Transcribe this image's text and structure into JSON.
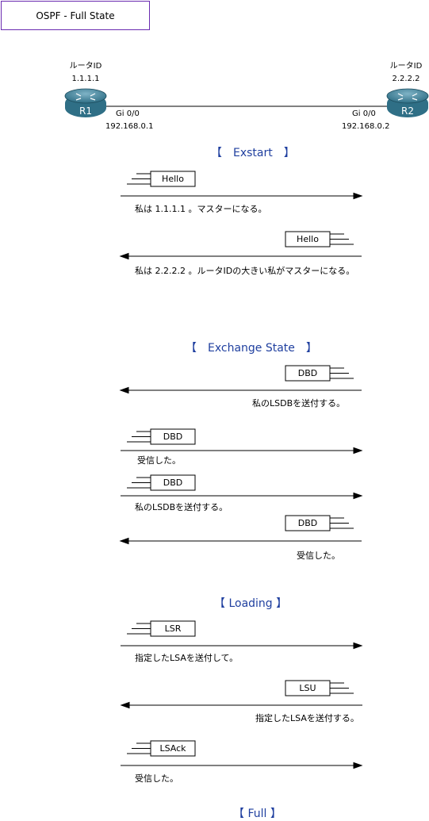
{
  "title": "OSPF - Full State",
  "routers": {
    "r1": {
      "name": "R1",
      "router_id_label": "ルータID",
      "router_id": "1.1.1.1",
      "interface": "Gi 0/0",
      "ip": "192.168.0.1"
    },
    "r2": {
      "name": "R2",
      "router_id_label": "ルータID",
      "router_id": "2.2.2.2",
      "interface": "Gi 0/0",
      "ip": "192.168.0.2"
    }
  },
  "sections": {
    "exstart": "【　Exstart　】",
    "exchange": "【　Exchange State　】",
    "loading": "【 Loading 】",
    "full": "【 Full 】"
  },
  "packets": {
    "p1": "Hello",
    "p2": "Hello",
    "p3": "DBD",
    "p4": "DBD",
    "p5": "DBD",
    "p6": "DBD",
    "p7": "LSR",
    "p8": "LSU",
    "p9": "LSAck"
  },
  "messages": {
    "m1": "私は 1.1.1.1 。マスターになる。",
    "m2": "私は 2.2.2.2 。ルータIDの大きい私がマスターになる。",
    "m3": "私のLSDBを送付する。",
    "m4": "受信した。",
    "m5": "私のLSDBを送付する。",
    "m6": "受信した。",
    "m7": "指定したLSAを送付して。",
    "m8": "指定したLSAを送付する。",
    "m9": "受信した。"
  },
  "colors": {
    "title_border": "#6a2bb0",
    "section_text": "#1f3f9f",
    "router_body": "#2f6f86"
  }
}
